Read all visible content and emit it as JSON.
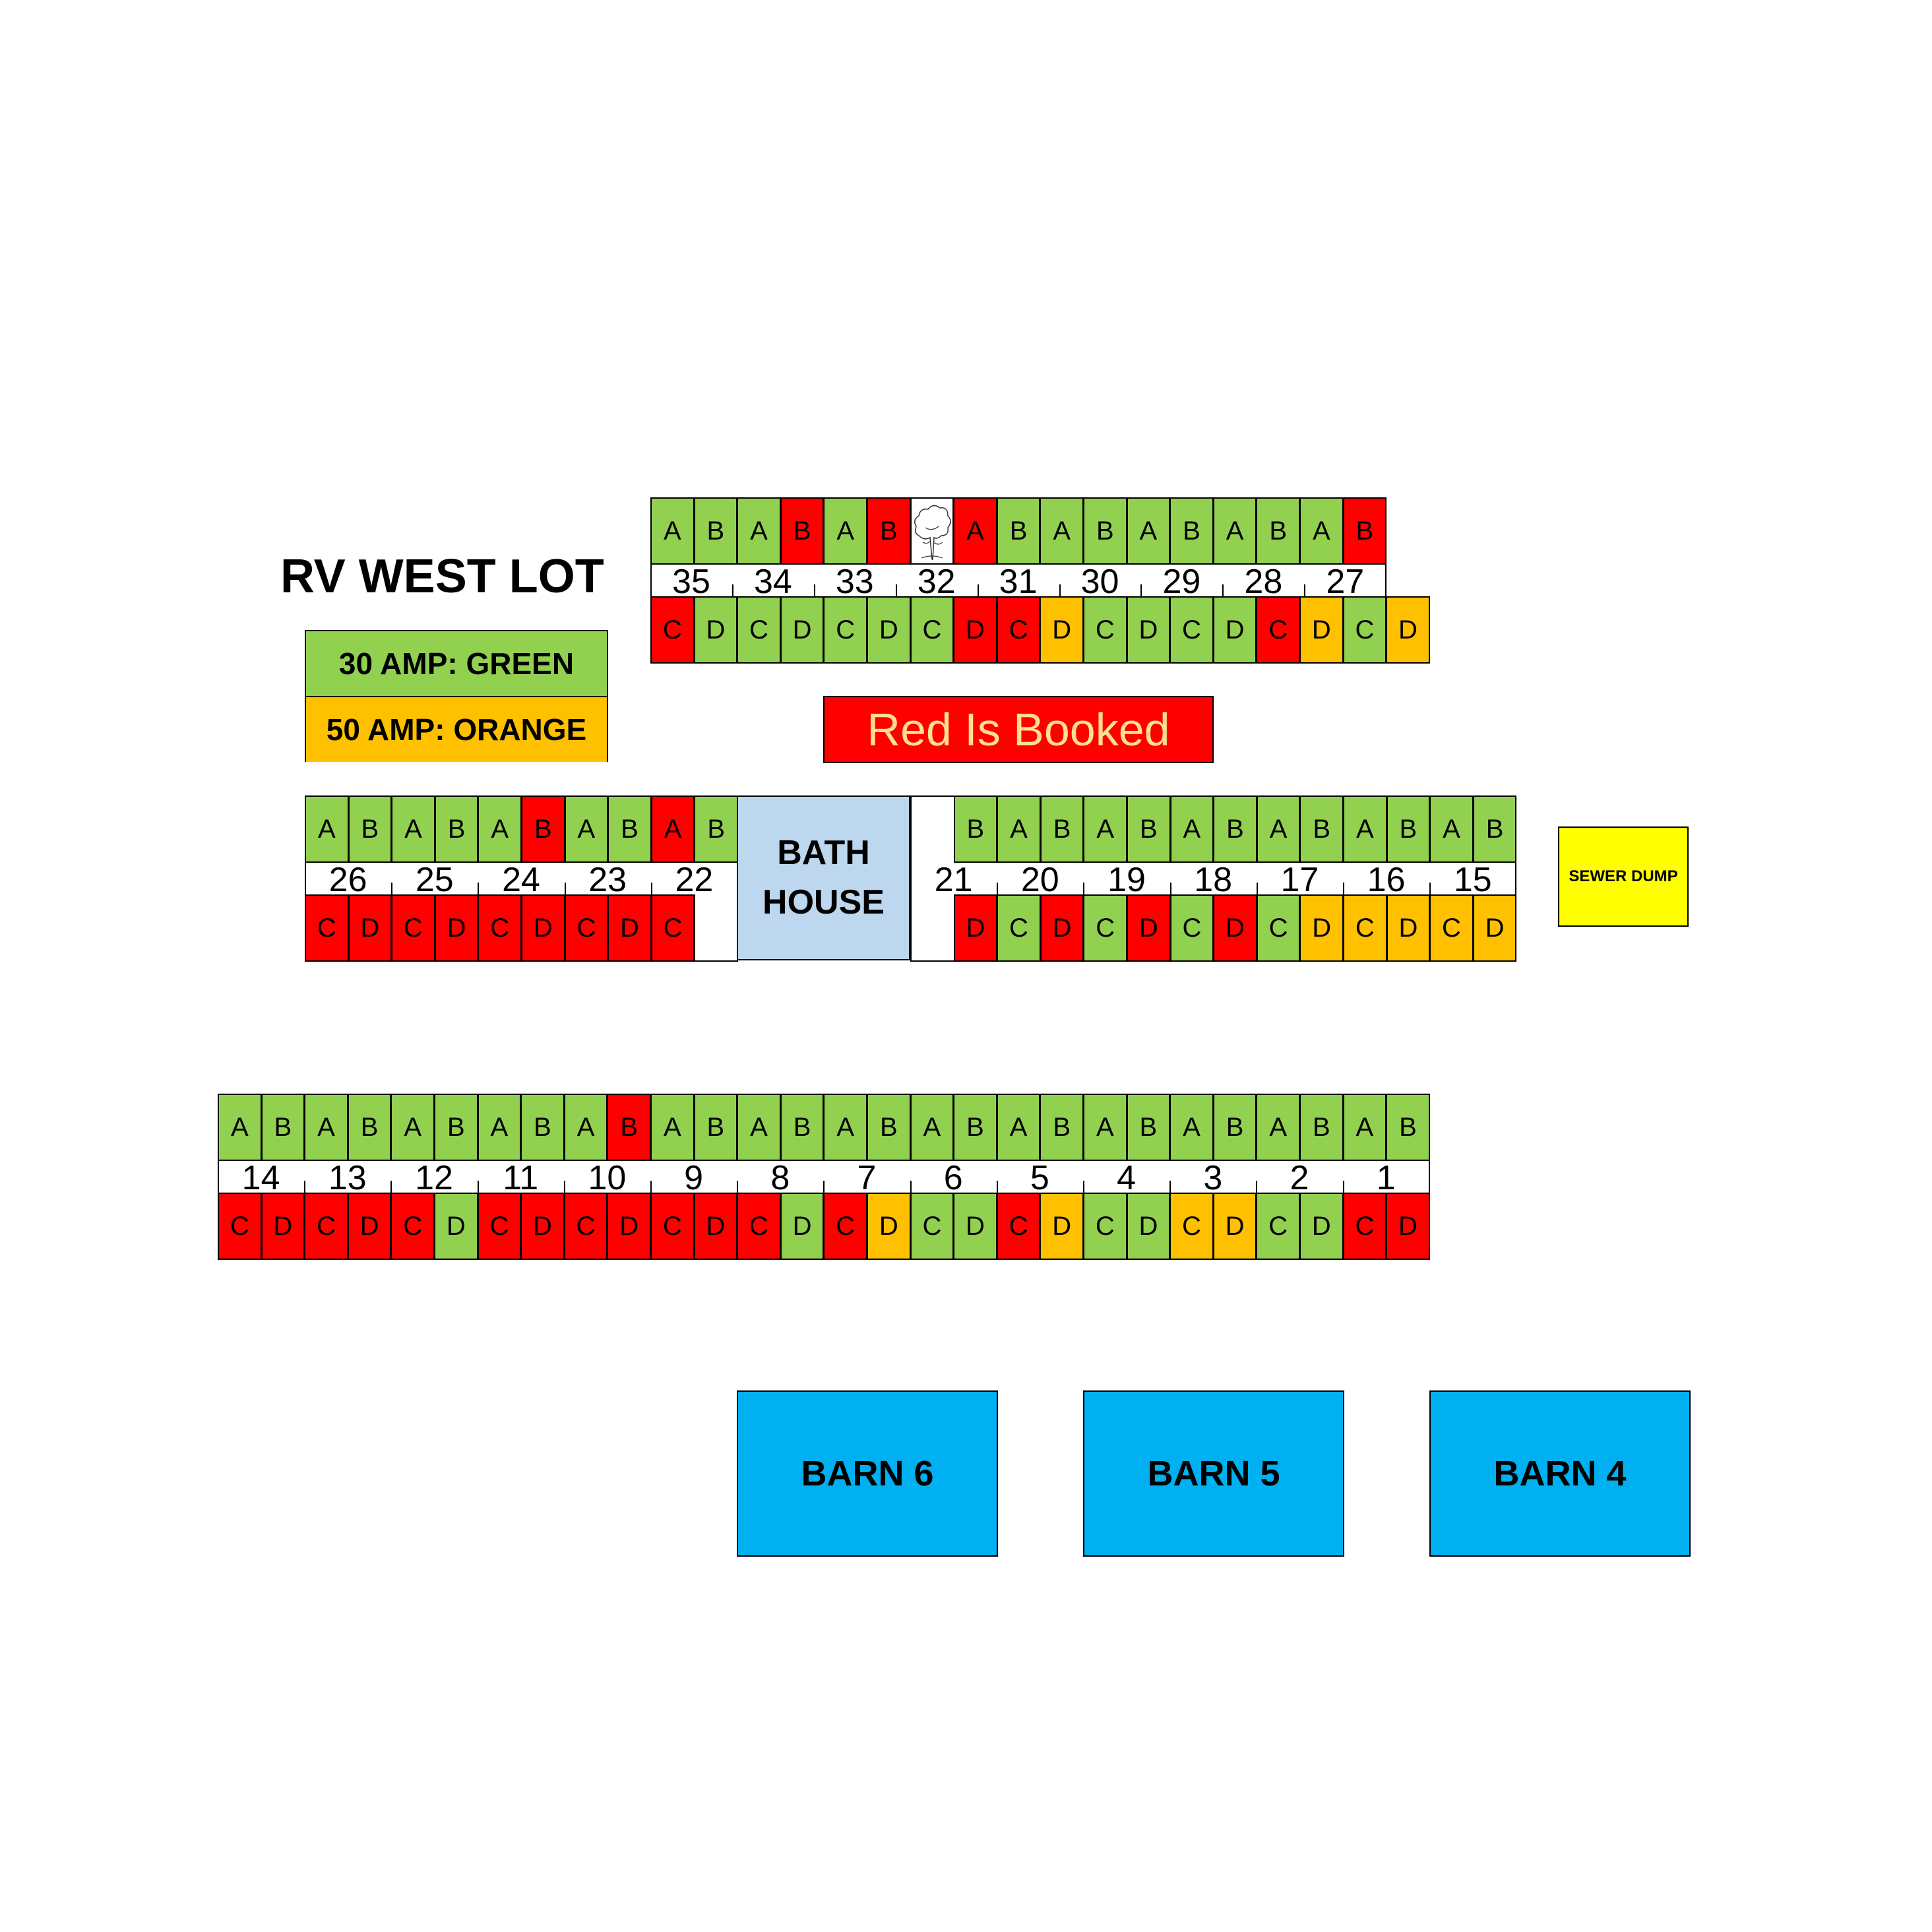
{
  "title": "RV WEST LOT",
  "legend": {
    "green_label": "30 AMP: GREEN",
    "orange_label": "50 AMP: ORANGE"
  },
  "booked_note": "Red Is Booked",
  "bath_house": "BATH\nHOUSE",
  "sewer_dump": "SEWER DUMP",
  "barns": [
    "BARN 6",
    "BARN 5",
    "BARN 4"
  ],
  "colors": {
    "green": "#92d050",
    "orange": "#ffc000",
    "red": "#ff0000",
    "yellow": "#ffff00",
    "barn": "#00b0f0",
    "bath": "#bdd7ee"
  },
  "rows": [
    {
      "id": "row-top",
      "sites": [
        "35",
        "34",
        "33",
        "32",
        "31",
        "30",
        "29",
        "28",
        "27"
      ],
      "top_cells": [
        {
          "l": "A",
          "c": "green"
        },
        {
          "l": "B",
          "c": "green"
        },
        {
          "l": "A",
          "c": "green"
        },
        {
          "l": "B",
          "c": "red"
        },
        {
          "l": "A",
          "c": "green"
        },
        {
          "l": "B",
          "c": "red"
        },
        {
          "l": "",
          "c": "tree"
        },
        {
          "l": "A",
          "c": "red"
        },
        {
          "l": "B",
          "c": "green"
        },
        {
          "l": "A",
          "c": "green"
        },
        {
          "l": "B",
          "c": "green"
        },
        {
          "l": "A",
          "c": "green"
        },
        {
          "l": "B",
          "c": "green"
        },
        {
          "l": "A",
          "c": "green"
        },
        {
          "l": "B",
          "c": "green"
        },
        {
          "l": "A",
          "c": "green"
        },
        {
          "l": "B",
          "c": "red"
        }
      ],
      "bottom_cells": [
        {
          "l": "C",
          "c": "red"
        },
        {
          "l": "D",
          "c": "green"
        },
        {
          "l": "C",
          "c": "green"
        },
        {
          "l": "D",
          "c": "green"
        },
        {
          "l": "C",
          "c": "green"
        },
        {
          "l": "D",
          "c": "green"
        },
        {
          "l": "C",
          "c": "green"
        },
        {
          "l": "D",
          "c": "red"
        },
        {
          "l": "C",
          "c": "red"
        },
        {
          "l": "D",
          "c": "orange"
        },
        {
          "l": "C",
          "c": "green"
        },
        {
          "l": "D",
          "c": "green"
        },
        {
          "l": "C",
          "c": "green"
        },
        {
          "l": "D",
          "c": "green"
        },
        {
          "l": "C",
          "c": "red"
        },
        {
          "l": "D",
          "c": "orange"
        },
        {
          "l": "C",
          "c": "green"
        },
        {
          "l": "D",
          "c": "orange"
        }
      ]
    },
    {
      "id": "row-middle-left",
      "sites": [
        "26",
        "25",
        "24",
        "23",
        "22"
      ],
      "top_cells": [
        {
          "l": "A",
          "c": "green"
        },
        {
          "l": "B",
          "c": "green"
        },
        {
          "l": "A",
          "c": "green"
        },
        {
          "l": "B",
          "c": "green"
        },
        {
          "l": "A",
          "c": "green"
        },
        {
          "l": "B",
          "c": "red"
        },
        {
          "l": "A",
          "c": "green"
        },
        {
          "l": "B",
          "c": "green"
        },
        {
          "l": "A",
          "c": "red"
        },
        {
          "l": "B",
          "c": "green"
        }
      ],
      "bottom_cells": [
        {
          "l": "C",
          "c": "red"
        },
        {
          "l": "D",
          "c": "red"
        },
        {
          "l": "C",
          "c": "red"
        },
        {
          "l": "D",
          "c": "red"
        },
        {
          "l": "C",
          "c": "red"
        },
        {
          "l": "D",
          "c": "red"
        },
        {
          "l": "C",
          "c": "red"
        },
        {
          "l": "D",
          "c": "red"
        },
        {
          "l": "C",
          "c": "red"
        },
        {
          "l": "",
          "c": "blank"
        }
      ]
    },
    {
      "id": "row-middle-right",
      "sites": [
        "21",
        "20",
        "19",
        "18",
        "17",
        "16",
        "15"
      ],
      "top_cells": [
        {
          "l": "",
          "c": "blank"
        },
        {
          "l": "B",
          "c": "green"
        },
        {
          "l": "A",
          "c": "green"
        },
        {
          "l": "B",
          "c": "green"
        },
        {
          "l": "A",
          "c": "green"
        },
        {
          "l": "B",
          "c": "green"
        },
        {
          "l": "A",
          "c": "green"
        },
        {
          "l": "B",
          "c": "green"
        },
        {
          "l": "A",
          "c": "green"
        },
        {
          "l": "B",
          "c": "green"
        },
        {
          "l": "A",
          "c": "green"
        },
        {
          "l": "B",
          "c": "green"
        },
        {
          "l": "A",
          "c": "green"
        },
        {
          "l": "B",
          "c": "green"
        }
      ],
      "bottom_cells": [
        {
          "l": "",
          "c": "blank"
        },
        {
          "l": "D",
          "c": "red"
        },
        {
          "l": "C",
          "c": "green"
        },
        {
          "l": "D",
          "c": "red"
        },
        {
          "l": "C",
          "c": "green"
        },
        {
          "l": "D",
          "c": "red"
        },
        {
          "l": "C",
          "c": "green"
        },
        {
          "l": "D",
          "c": "red"
        },
        {
          "l": "C",
          "c": "green"
        },
        {
          "l": "D",
          "c": "orange"
        },
        {
          "l": "C",
          "c": "orange"
        },
        {
          "l": "D",
          "c": "orange"
        },
        {
          "l": "C",
          "c": "orange"
        },
        {
          "l": "D",
          "c": "orange"
        }
      ]
    },
    {
      "id": "row-bottom",
      "sites": [
        "14",
        "13",
        "12",
        "11",
        "10",
        "9",
        "8",
        "7",
        "6",
        "5",
        "4",
        "3",
        "2",
        "1"
      ],
      "top_cells": [
        {
          "l": "A",
          "c": "green"
        },
        {
          "l": "B",
          "c": "green"
        },
        {
          "l": "A",
          "c": "green"
        },
        {
          "l": "B",
          "c": "green"
        },
        {
          "l": "A",
          "c": "green"
        },
        {
          "l": "B",
          "c": "green"
        },
        {
          "l": "A",
          "c": "green"
        },
        {
          "l": "B",
          "c": "green"
        },
        {
          "l": "A",
          "c": "green"
        },
        {
          "l": "B",
          "c": "red"
        },
        {
          "l": "A",
          "c": "green"
        },
        {
          "l": "B",
          "c": "green"
        },
        {
          "l": "A",
          "c": "green"
        },
        {
          "l": "B",
          "c": "green"
        },
        {
          "l": "A",
          "c": "green"
        },
        {
          "l": "B",
          "c": "green"
        },
        {
          "l": "A",
          "c": "green"
        },
        {
          "l": "B",
          "c": "green"
        },
        {
          "l": "A",
          "c": "green"
        },
        {
          "l": "B",
          "c": "green"
        },
        {
          "l": "A",
          "c": "green"
        },
        {
          "l": "B",
          "c": "green"
        },
        {
          "l": "A",
          "c": "green"
        },
        {
          "l": "B",
          "c": "green"
        },
        {
          "l": "A",
          "c": "green"
        },
        {
          "l": "B",
          "c": "green"
        },
        {
          "l": "A",
          "c": "green"
        },
        {
          "l": "B",
          "c": "green"
        }
      ],
      "bottom_cells": [
        {
          "l": "C",
          "c": "red"
        },
        {
          "l": "D",
          "c": "red"
        },
        {
          "l": "C",
          "c": "red"
        },
        {
          "l": "D",
          "c": "red"
        },
        {
          "l": "C",
          "c": "red"
        },
        {
          "l": "D",
          "c": "green"
        },
        {
          "l": "C",
          "c": "red"
        },
        {
          "l": "D",
          "c": "red"
        },
        {
          "l": "C",
          "c": "red"
        },
        {
          "l": "D",
          "c": "red"
        },
        {
          "l": "C",
          "c": "red"
        },
        {
          "l": "D",
          "c": "red"
        },
        {
          "l": "C",
          "c": "red"
        },
        {
          "l": "D",
          "c": "green"
        },
        {
          "l": "C",
          "c": "red"
        },
        {
          "l": "D",
          "c": "orange"
        },
        {
          "l": "C",
          "c": "green"
        },
        {
          "l": "D",
          "c": "green"
        },
        {
          "l": "C",
          "c": "red"
        },
        {
          "l": "D",
          "c": "orange"
        },
        {
          "l": "C",
          "c": "green"
        },
        {
          "l": "D",
          "c": "green"
        },
        {
          "l": "C",
          "c": "orange"
        },
        {
          "l": "D",
          "c": "orange"
        },
        {
          "l": "C",
          "c": "green"
        },
        {
          "l": "D",
          "c": "green"
        },
        {
          "l": "C",
          "c": "red"
        },
        {
          "l": "D",
          "c": "red"
        }
      ]
    }
  ]
}
